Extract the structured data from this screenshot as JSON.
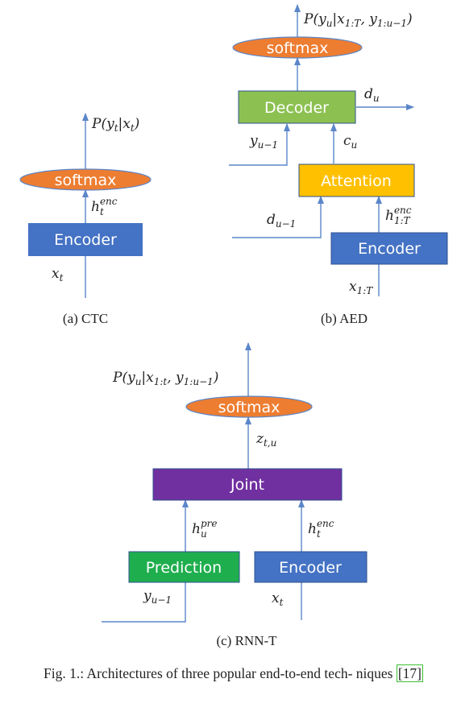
{
  "colors": {
    "encoder": "#4472c4",
    "softmax": "#ed7d31",
    "decoder": "#8cc152",
    "attention": "#ffc000",
    "joint": "#7030a0",
    "prediction": "#1fae4e",
    "arrow": "#5b86c9"
  },
  "ctc": {
    "caption": "(a) CTC",
    "encoder_label": "Encoder",
    "softmax_label": "softmax",
    "input": {
      "base": "x",
      "sub": "t"
    },
    "hidden": {
      "base": "h",
      "sub": "t",
      "sup": "enc"
    },
    "output": {
      "pre": "P(y",
      "sub": "t",
      "post": "|x",
      "sub2": "t",
      "post2": ")"
    }
  },
  "aed": {
    "caption": "(b) AED",
    "encoder_label": "Encoder",
    "attention_label": "Attention",
    "decoder_label": "Decoder",
    "softmax_label": "softmax",
    "input": {
      "base": "x",
      "sub": "1:T"
    },
    "hidden": {
      "base": "h",
      "sub": "1:T",
      "sup": "enc"
    },
    "prev_state": {
      "base": "d",
      "sub": "u−1"
    },
    "prev_label": {
      "base": "y",
      "sub": "u−1"
    },
    "context": {
      "base": "c",
      "sub": "u"
    },
    "state": {
      "base": "d",
      "sub": "u"
    },
    "output": {
      "pre": "P(y",
      "sub": "u",
      "post": "|x",
      "sub2": "1:T",
      "post2": ", y",
      "sub3": "1:u−1",
      "post3": ")"
    }
  },
  "rnnt": {
    "caption": "(c) RNN-T",
    "prediction_label": "Prediction",
    "encoder_label": "Encoder",
    "joint_label": "Joint",
    "softmax_label": "softmax",
    "pred_input": {
      "base": "y",
      "sub": "u−1"
    },
    "enc_input": {
      "base": "x",
      "sub": "t"
    },
    "pred_hidden": {
      "base": "h",
      "sub": "u",
      "sup": "pre"
    },
    "enc_hidden": {
      "base": "h",
      "sub": "t",
      "sup": "enc"
    },
    "joint_out": {
      "base": "z",
      "sub": "t,u"
    },
    "output": {
      "pre": "P(y",
      "sub": "u",
      "post": "|x",
      "sub2": "1:t",
      "post2": ", y",
      "sub3": "1:u−1",
      "post3": ")"
    }
  },
  "figure_caption": {
    "text": "Fig. 1.: Architectures of three popular end-to-end tech- niques",
    "ref": "[17]"
  }
}
